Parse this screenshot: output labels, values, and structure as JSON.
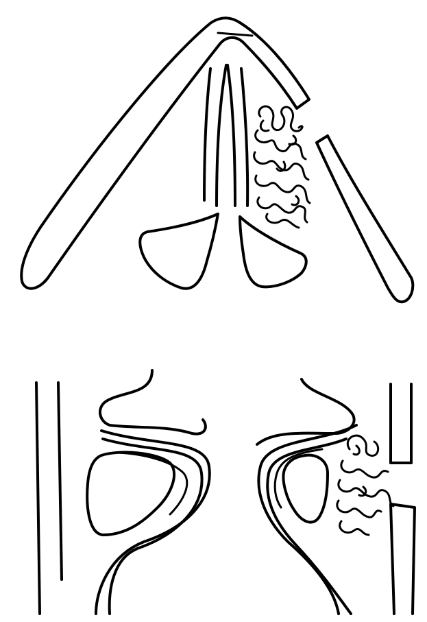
{
  "diagram": {
    "stroke_color": "#000000",
    "background": "#ffffff",
    "panels": [
      {
        "id": "top",
        "view": "coronal",
        "parts": [
          "nasal-roof",
          "septum",
          "turbinates",
          "mucosal-mass",
          "lateral-wall-fragment"
        ]
      },
      {
        "id": "bottom",
        "view": "axial",
        "parts": [
          "outer-walls",
          "left-turbinate-complex",
          "right-turbinate-complex",
          "mucosal-mass",
          "right-wall-gap"
        ]
      }
    ]
  }
}
